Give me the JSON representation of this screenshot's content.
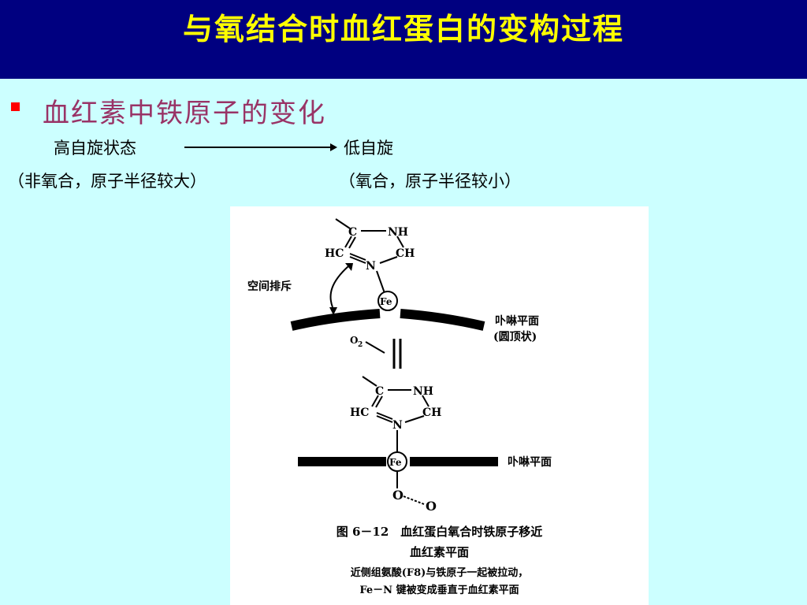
{
  "title": "与氧结合时血红蛋白的变构过程",
  "bullet": "血红素中铁原子的变化",
  "spin": {
    "from": "高自旋状态",
    "to": "低自旋",
    "from_note": "（非氧合，原子半径较大）",
    "to_note": "（氧合，原子半径较小）"
  },
  "figure": {
    "top": {
      "c": "C",
      "nh": "NH",
      "hc": "HC",
      "ch": "CH",
      "n": "N",
      "repulsion": "空间排斥",
      "fe": "Fe",
      "plane_label": "卟啉平面",
      "plane_note": "(圆顶状)"
    },
    "o2": "O",
    "o2_sub": "2",
    "bottom": {
      "c": "C",
      "nh": "NH",
      "hc": "HC",
      "ch": "CH",
      "n": "N",
      "fe": "Fe",
      "plane_label": "卟啉平面",
      "o1": "O",
      "o2": "O"
    },
    "caption": {
      "line1": "图 6－12　血红蛋白氧合时铁原子移近",
      "line2": "血红素平面",
      "line3": "近侧组氨酸(F8)与铁原子一起被拉动，",
      "line4": "Fe－N 键被变成垂直于血红素平面"
    }
  }
}
